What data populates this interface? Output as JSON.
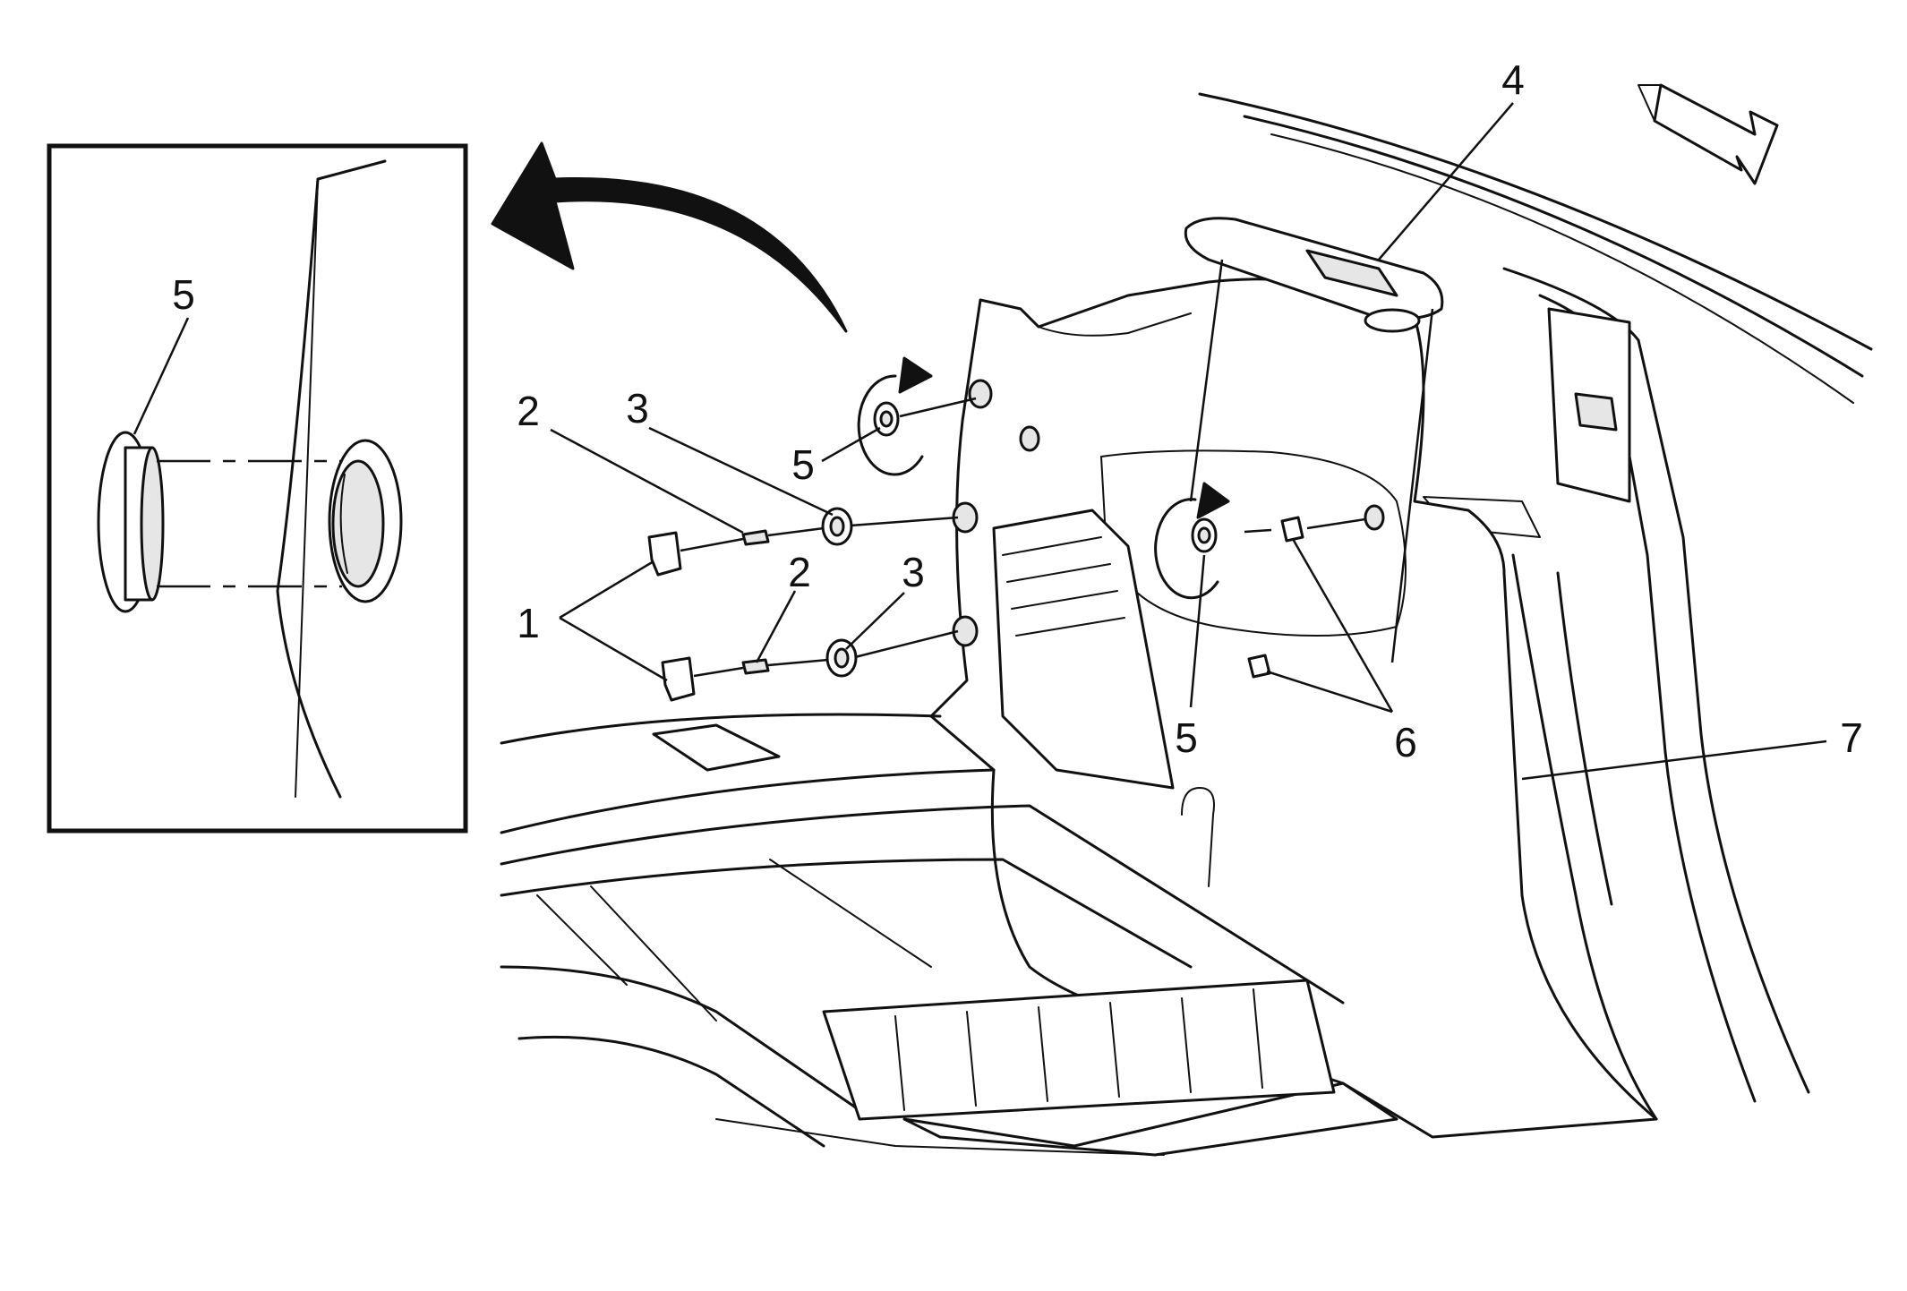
{
  "diagram": {
    "callouts": [
      {
        "id": "c1",
        "text": "1"
      },
      {
        "id": "c2a",
        "text": "2"
      },
      {
        "id": "c3a",
        "text": "3"
      },
      {
        "id": "c5a",
        "text": "5"
      },
      {
        "id": "c2b",
        "text": "2"
      },
      {
        "id": "c3b",
        "text": "3"
      },
      {
        "id": "c4",
        "text": "4"
      },
      {
        "id": "c5b",
        "text": "5"
      },
      {
        "id": "c6",
        "text": "6"
      },
      {
        "id": "c7",
        "text": "7"
      },
      {
        "id": "c5inset",
        "text": "5"
      }
    ],
    "icons": [
      "removal-direction-arrow-icon",
      "front-of-vehicle-arrow-icon",
      "rotate-fastener-icon"
    ]
  }
}
